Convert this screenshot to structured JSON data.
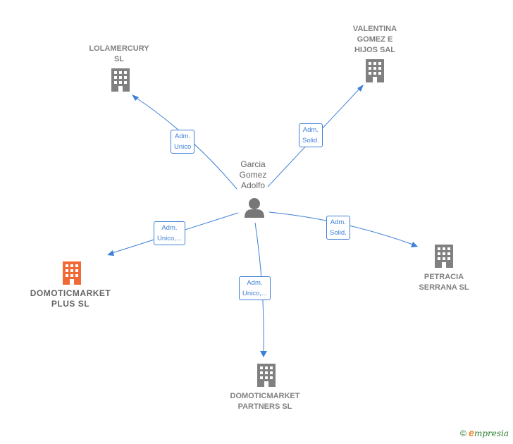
{
  "center": {
    "name_lines": [
      "Garcia",
      "Gomez",
      "Adolfo"
    ]
  },
  "companies": [
    {
      "id": "lolamercury",
      "lines": [
        "LOLAMERCURY",
        "SL"
      ],
      "highlight": false
    },
    {
      "id": "valentina",
      "lines": [
        "VALENTINA",
        "GOMEZ E",
        "HIJOS SAL"
      ],
      "highlight": false
    },
    {
      "id": "domoticmarket-plus",
      "lines": [
        "DOMOTICMARKET",
        "PLUS  SL"
      ],
      "highlight": true
    },
    {
      "id": "petracia",
      "lines": [
        "PETRACIA",
        "SERRANA SL"
      ],
      "highlight": false
    },
    {
      "id": "domoticmarket-partners",
      "lines": [
        "DOMOTICMARKET",
        "PARTNERS  SL"
      ],
      "highlight": false
    }
  ],
  "roles": [
    {
      "to": "lolamercury",
      "lines": [
        "Adm.",
        "Unico"
      ]
    },
    {
      "to": "valentina",
      "lines": [
        "Adm.",
        "Solid."
      ]
    },
    {
      "to": "domoticmarket-plus",
      "lines": [
        "Adm.",
        "Unico,..."
      ]
    },
    {
      "to": "petracia",
      "lines": [
        "Adm.",
        "Solid."
      ]
    },
    {
      "to": "domoticmarket-partners",
      "lines": [
        "Adm.",
        "Unico,..."
      ]
    }
  ],
  "colors": {
    "edge": "#3d7fd6",
    "building": "#808080",
    "highlight": "#f06a35",
    "person": "#777777"
  },
  "icons": {
    "company": "building-icon",
    "person": "person-icon"
  },
  "brand": {
    "symbol": "©",
    "e": "e",
    "rest": "mpresia"
  }
}
